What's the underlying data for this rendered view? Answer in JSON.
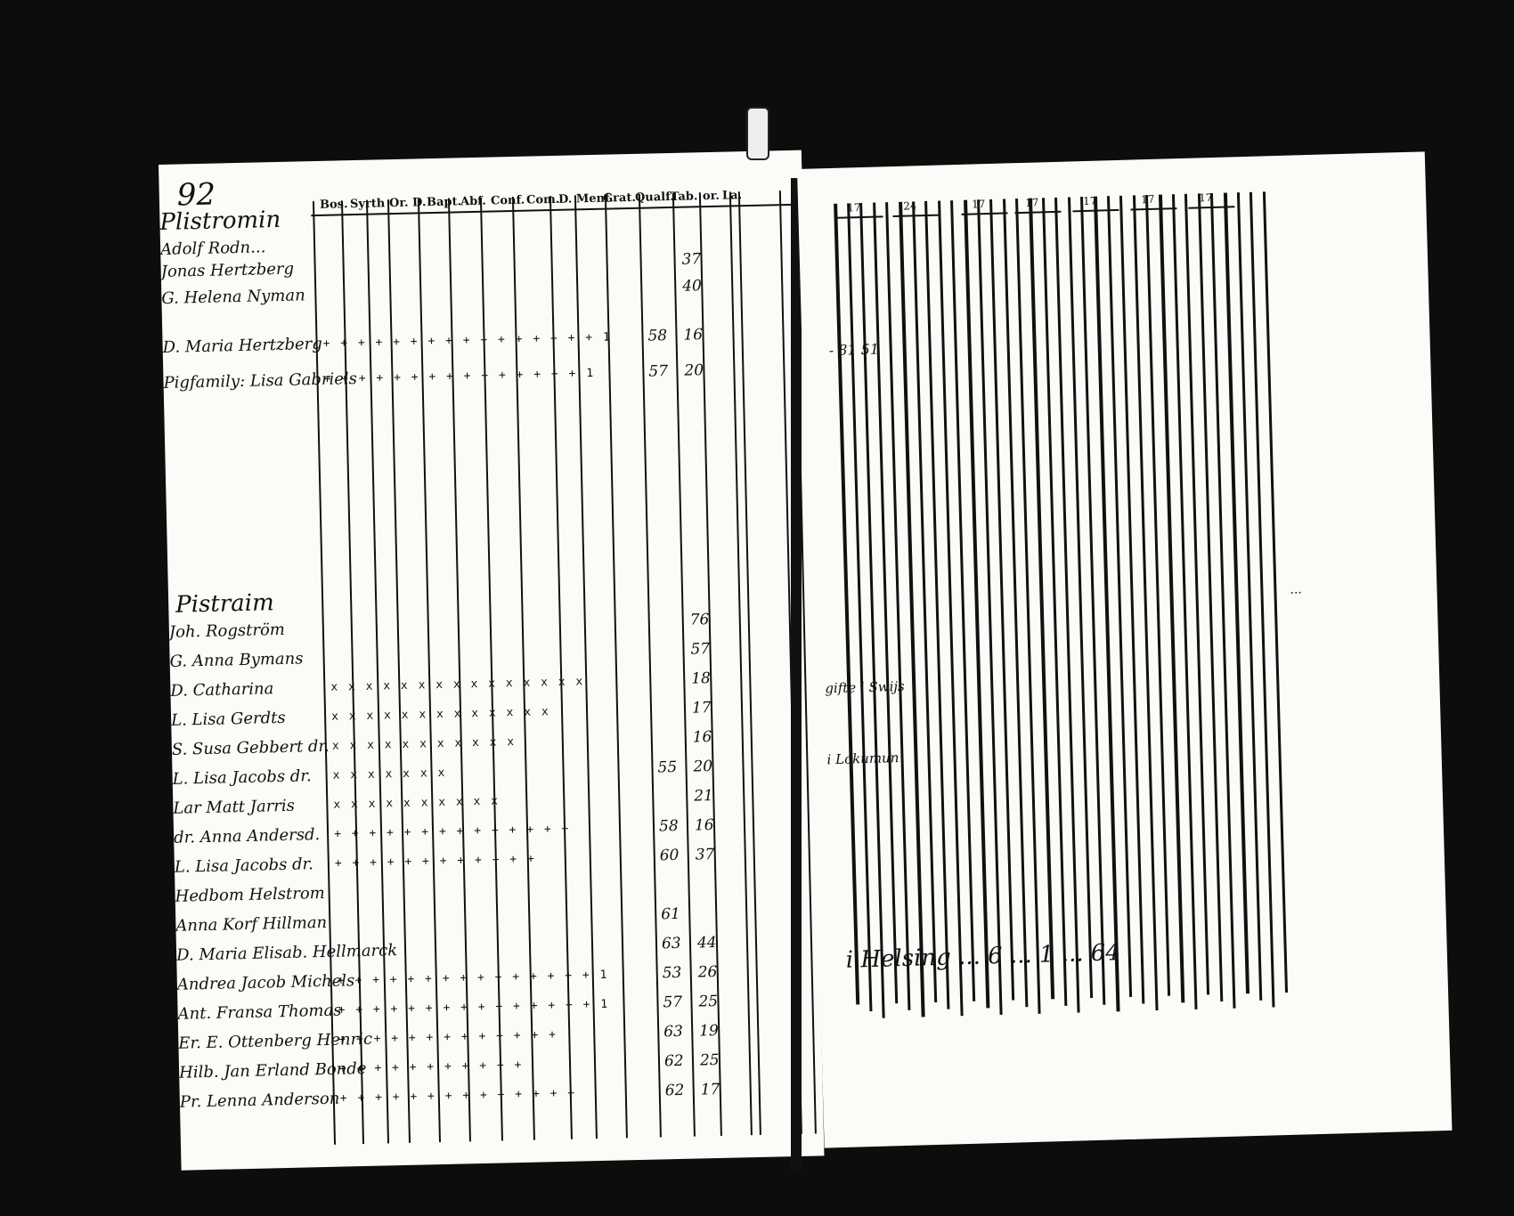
{
  "page_number": "92",
  "header_columns": [
    "Bos.",
    "Syrth",
    "Or. D.",
    "Bapt.",
    "Abf.",
    "Conf.",
    "Com.",
    "D. Menf.",
    "Grat.",
    "Qualf.",
    "Tab.",
    "or.",
    "La."
  ],
  "section_1": {
    "heading": "Plistromin",
    "persons": [
      {
        "name": "Adolf Rodn...",
        "marks": "",
        "num": "",
        "age": ""
      },
      {
        "name": "Jonas Hertzberg",
        "marks": "",
        "num": "",
        "age": "37"
      },
      {
        "name": "G. Helena Nyman",
        "marks": "",
        "num": "",
        "age": "40"
      },
      {
        "name": "D. Maria Hertzberg",
        "marks": "+ + +  + + + + + + + + + + + + + 1",
        "num": "58",
        "age": "16"
      },
      {
        "name": "Pigfamily: Lisa Gabriels",
        "marks": "+ + +  + + + + + + + + + + + + 1",
        "num": "57",
        "age": "20"
      }
    ]
  },
  "section_2": {
    "heading": "Pistraim",
    "persons": [
      {
        "name": "Joh. Rogström",
        "marks": "",
        "num": "",
        "age": "76"
      },
      {
        "name": "G. Anna Bymans",
        "marks": "",
        "num": "",
        "age": "57"
      },
      {
        "name": "D. Catharina",
        "marks": "x x x x  x x x x x x x x x x x",
        "num": "",
        "age": "18"
      },
      {
        "name": "L. Lisa Gerdts",
        "marks": "x x x x  x x x x x x x x x",
        "num": "",
        "age": "17"
      },
      {
        "name": "S. Susa Gebbert dr.",
        "marks": "x x x x  x x x x x x x",
        "num": "",
        "age": "16"
      },
      {
        "name": "L. Lisa Jacobs dr.",
        "marks": "x x x x  x x x",
        "num": "55",
        "age": "20"
      },
      {
        "name": "Lar Matt Jarris",
        "marks": "x x x x  x x x x x x",
        "num": "",
        "age": "21"
      },
      {
        "name": "dr. Anna Andersd.",
        "marks": "+ + + +  + + + + + + + + + +",
        "num": "58",
        "age": "16"
      },
      {
        "name": "L. Lisa Jacobs dr.",
        "marks": "+ + + +  + + + + + + + +",
        "num": "60",
        "age": "37"
      },
      {
        "name": "Hedbom Helstrom",
        "marks": "",
        "num": "",
        "age": ""
      },
      {
        "name": "Anna Korf Hillman",
        "marks": "",
        "num": "61",
        "age": ""
      },
      {
        "name": "D. Maria Elisab. Hellmarck",
        "marks": "",
        "num": "63",
        "age": "44"
      },
      {
        "name": "Andrea Jacob Michels",
        "marks": "+ + + +  + + + + + + + + + + + 1",
        "num": "53",
        "age": "26"
      },
      {
        "name": "Ant. Fransa Thomas",
        "marks": "+ + + +  + + + + + + + + + + + 1",
        "num": "57",
        "age": "25"
      },
      {
        "name": "Er. E. Ottenberg Henric",
        "marks": "+ + + +  + + + + + + + + +",
        "num": "63",
        "age": "19"
      },
      {
        "name": "Hilb. Jan Erland Bonde",
        "marks": "+ + + +  + + + + + + +",
        "num": "62",
        "age": "25"
      },
      {
        "name": "Pr. Lenna Anderson",
        "marks": "+ + + +  + + + + + + + + + +",
        "num": "62",
        "age": "17"
      }
    ]
  },
  "right_page": {
    "column_headings": [
      "17",
      "24",
      "17",
      "17",
      "17",
      "17",
      "17"
    ],
    "notes": [
      "- 81 51",
      "gifte i Swijs",
      "i Lokumun",
      "i Helsing ... 6 ... 1 ... 64",
      "..."
    ]
  },
  "colors": {
    "ink": "#111111",
    "paper": "#fbfbf8",
    "background": "#0d0d0d"
  }
}
